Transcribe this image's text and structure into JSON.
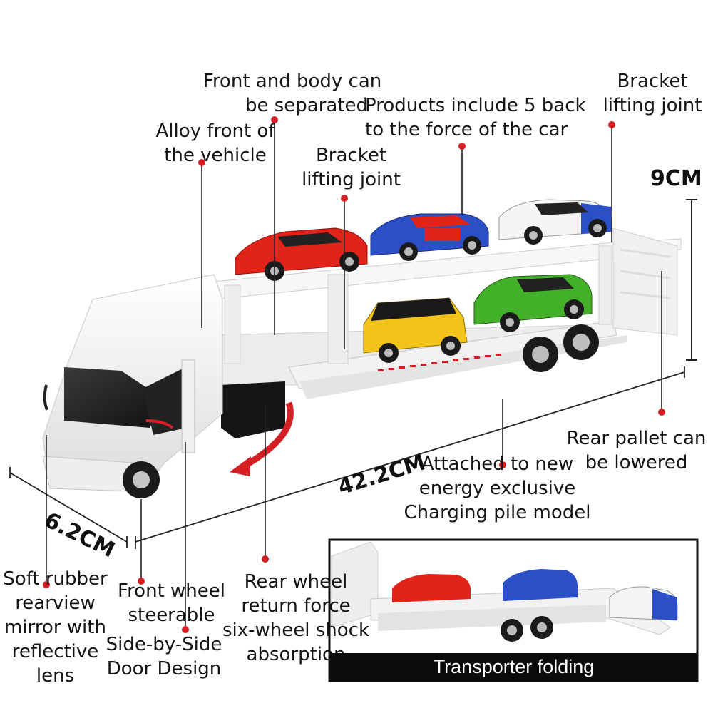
{
  "labels": {
    "front_body": [
      "Front and body can",
      "be separated"
    ],
    "products": [
      "Products include 5 back",
      "to the force of the car"
    ],
    "bracket_right": [
      "Bracket",
      "lifting joint"
    ],
    "alloy_front": [
      "Alloy front of",
      "the vehicle"
    ],
    "bracket_mid": [
      "Bracket",
      "lifting joint"
    ],
    "rear_pallet": [
      "Rear pallet can",
      "be lowered"
    ],
    "charging": [
      "Attached to new",
      "energy exclusive",
      "Charging pile model"
    ],
    "mirror": [
      "Soft rubber",
      "rearview",
      "mirror with",
      "reflective",
      "lens"
    ],
    "front_wheel": [
      "Front wheel",
      "steerable"
    ],
    "door": [
      "Side-by-Side",
      "Door Design"
    ],
    "rear_wheel": [
      "Rear wheel",
      "return force",
      "six-wheel shock",
      "absorption"
    ]
  },
  "dimensions": {
    "height": "9CM",
    "length": "42.2CM",
    "width": "6.2CM"
  },
  "inset": {
    "caption": "Transporter folding"
  },
  "colors": {
    "accent_dot": "#d41f25",
    "car_red": "#e2231a",
    "car_blue": "#2b4fc7",
    "car_green": "#43b02a",
    "car_yellow": "#f2c318",
    "truck_white": "#f4f4f4"
  }
}
